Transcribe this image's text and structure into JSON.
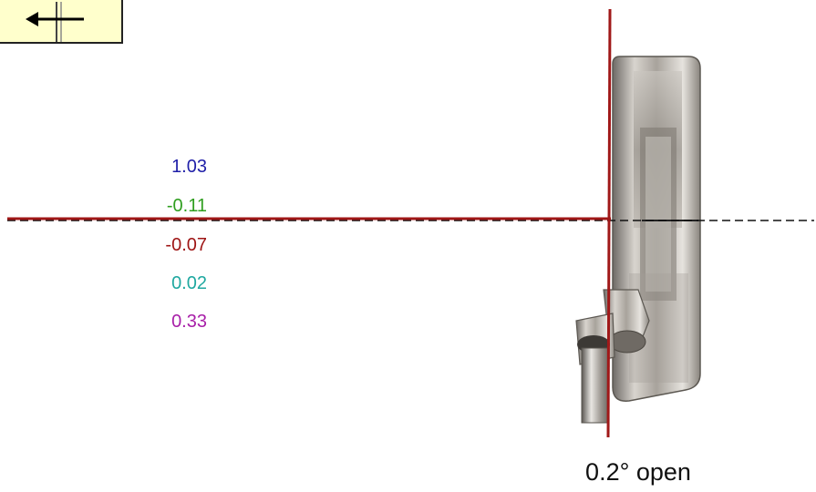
{
  "readings": [
    {
      "value": "1.03",
      "color": "#1f1fa8"
    },
    {
      "value": "-0.11",
      "color": "#2f9e1f"
    },
    {
      "value": "-0.07",
      "color": "#9e1414"
    },
    {
      "value": "0.02",
      "color": "#1fa8a0"
    },
    {
      "value": "0.33",
      "color": "#a81fa8"
    }
  ],
  "face_angle": {
    "text": "0.2° open"
  },
  "colors": {
    "button_bg": "#ffffcc",
    "line_red": "#a01818",
    "dashed_line": "#111111"
  },
  "icons": {
    "back": "left-arrow-icon"
  }
}
